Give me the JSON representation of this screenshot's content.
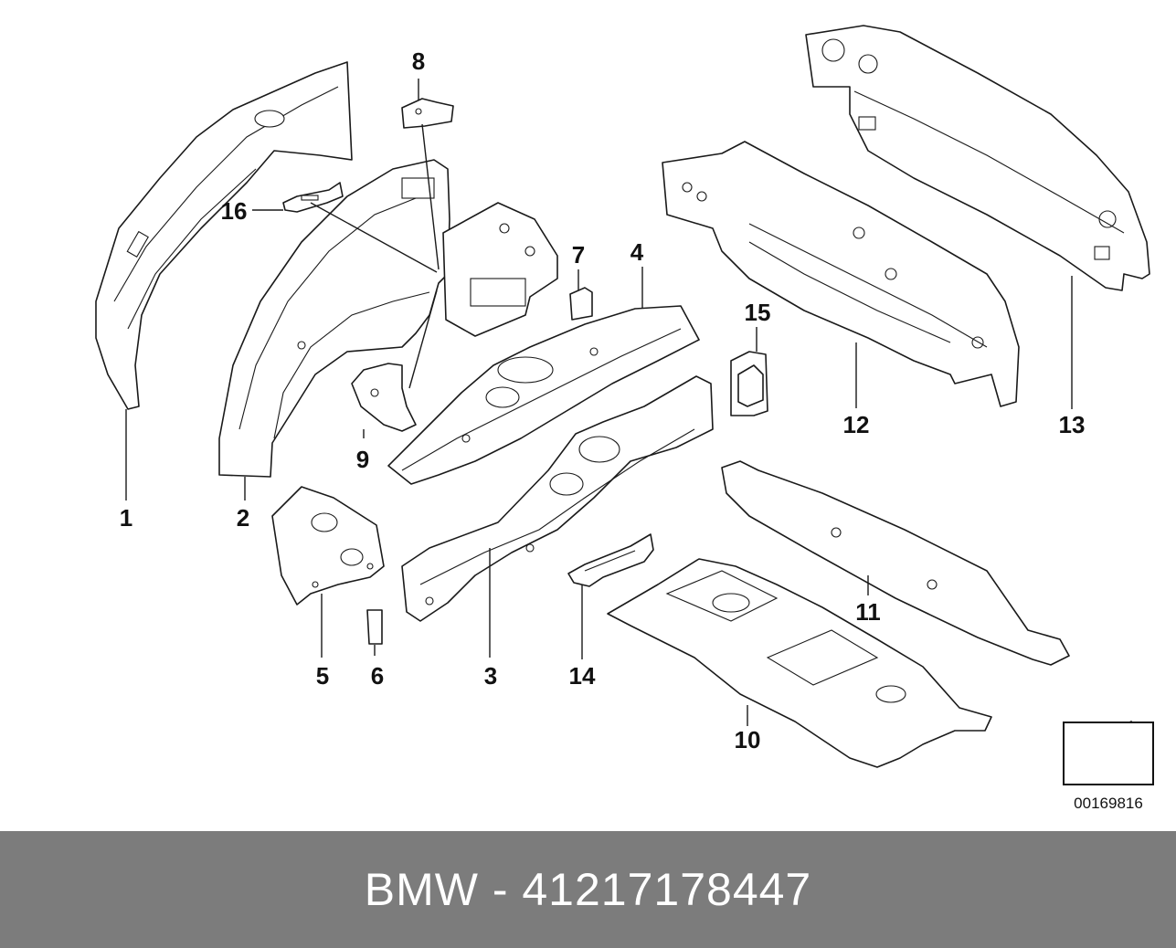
{
  "diagram": {
    "callouts": [
      "1",
      "2",
      "3",
      "4",
      "5",
      "6",
      "7",
      "8",
      "9",
      "10",
      "11",
      "12",
      "13",
      "14",
      "15",
      "16"
    ],
    "reference_number": "00169816"
  },
  "footer": {
    "title": "BMW - 41217178447"
  },
  "colors": {
    "footer_bg": "#7c7c7c",
    "footer_text": "#ffffff",
    "line": "#1a1a1a"
  }
}
